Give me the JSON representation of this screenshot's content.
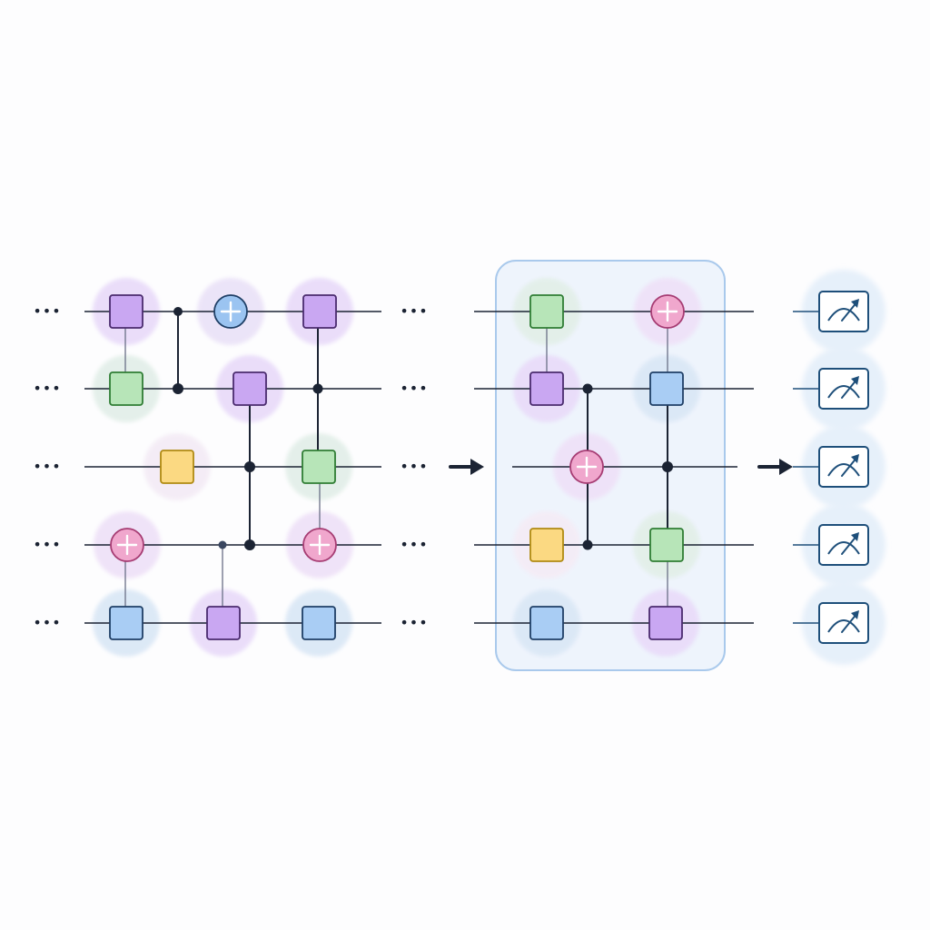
{
  "colors": {
    "wire": "#1b2333",
    "purple_fill": "#c9a7f2",
    "purple_stroke": "#4a2b6e",
    "purple_halo": "#e9dcf9",
    "green_fill": "#b7e5b8",
    "green_stroke": "#2f7d34",
    "green_halo": "#e3efe9",
    "blue_fill": "#a9cdf4",
    "blue_stroke": "#1f3f66",
    "blue_halo": "#dbe8f6",
    "yellow_fill": "#fbd982",
    "yellow_stroke": "#b08a12",
    "yellow_halo": "#f4ecf6",
    "pink_fill": "#f0a7cd",
    "pink_stroke": "#a63c73",
    "pink_halo": "#efe2f8",
    "xblue_fill": "#9bc4f1",
    "xblue_stroke": "#1f3f66",
    "xblue_halo": "#ebe3f8",
    "panel_fill": "#eef4fc",
    "panel_stroke": "#a9c9ec",
    "meter_stroke": "#1e4f7a",
    "meter_halo": "#e6f0fa"
  },
  "diagram": {
    "ellipsis_glyph": "•••",
    "flow_arrows": [
      "arrow-right-icon",
      "arrow-right-icon"
    ],
    "gate_kinds": [
      "purple-square-gate",
      "green-square-gate",
      "blue-square-gate",
      "yellow-square-gate",
      "pink-xor-gate",
      "blue-xor-gate",
      "control-dot",
      "meter-icon"
    ]
  }
}
